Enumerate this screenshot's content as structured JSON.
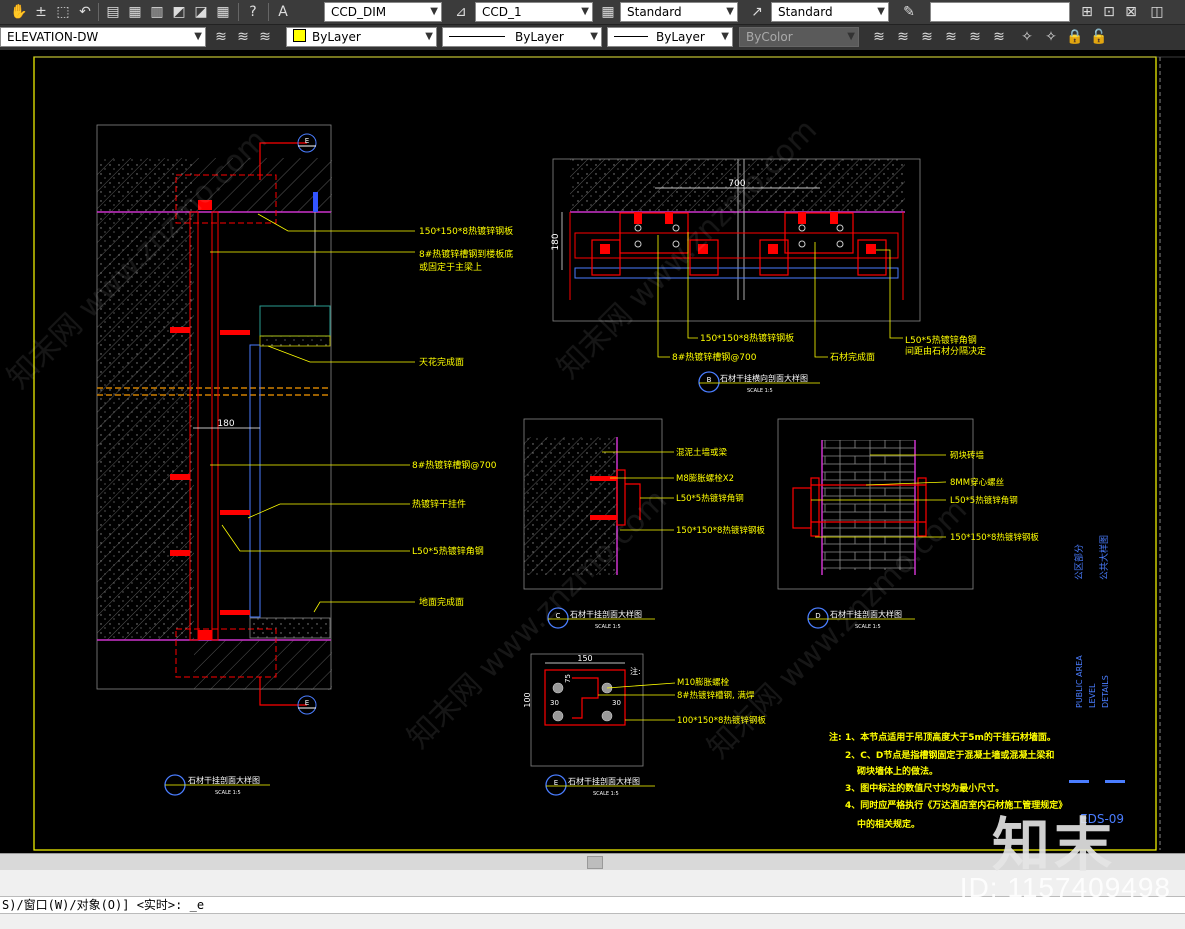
{
  "toolbar_top": {
    "dimstyle_value": "CCD_DIM",
    "mleaderstyle_value": "CCD_1",
    "tablestyle_value": "Standard",
    "multileader_value": "Standard",
    "search_placeholder": ""
  },
  "toolbar_layer": {
    "layer_value": "ELEVATION-DW",
    "color_value": "ByLayer",
    "linetype_value": "ByLayer",
    "lineweight_value": "ByLayer",
    "plotstyle_value": "ByColor"
  },
  "drawing": {
    "left_detail": {
      "callouts": [
        "150*150*8热镀锌钢板",
        "8#热镀锌槽钢到楼板底",
        "或固定于主梁上",
        "天花完成面",
        "8#热镀锌槽钢@700",
        "热镀锌干挂件",
        "L50*5热镀锌角钢",
        "地面完成面"
      ],
      "dim": "180",
      "section_tag_top": "E",
      "section_tag_bottom": "E",
      "title": "石材干挂剖面大样图",
      "scale": "SCALE 1:5"
    },
    "top_detail": {
      "dim_width": "700",
      "dim_height": "180",
      "callouts": [
        "150*150*8热镀锌钢板",
        "L50*5热镀锌角钢",
        "间距由石材分隔决定",
        "8#热镀锌槽钢@700",
        "石材完成面"
      ],
      "tag": "B",
      "title": "石材干挂横向剖面大样图",
      "scale": "SCALE 1:5"
    },
    "detail_c": {
      "callouts": [
        "混泥土墙或梁",
        "M8膨胀螺栓X2",
        "L50*5热镀锌角钢",
        "150*150*8热镀锌钢板"
      ],
      "tag": "C",
      "title": "石材干挂剖面大样图",
      "scale": "SCALE 1:5"
    },
    "detail_d": {
      "callouts": [
        "砌块砖墙",
        "8MM穿心螺丝",
        "L50*5热镀锌角钢",
        "150*150*8热镀锌钢板"
      ],
      "tag": "D",
      "title": "石材干挂剖面大样图",
      "scale": "SCALE 1:5"
    },
    "detail_plate": {
      "dim_top": "150",
      "dim_side": "100",
      "dim_a": "75",
      "dim_b": "30",
      "note_label": "注:",
      "callouts": [
        "M10膨胀螺栓",
        "8#热镀锌槽钢, 满焊",
        "100*150*8热镀锌钢板"
      ],
      "tag": "E",
      "title": "石材干挂剖面大样图",
      "scale": "SCALE 1:5"
    },
    "notes": {
      "label": "注:",
      "lines": [
        "1、本节点适用于吊顶高度大于5m的干挂石材墙面。",
        "2、C、D节点是指槽钢固定于混凝土墙或混凝土梁和",
        "砌块墙体上的做法。",
        "3、图中标注的数值尺寸均为最小尺寸。",
        "4、同时应严格执行《万达酒店室内石材施工管理规定》",
        "中的相关规定。"
      ]
    },
    "title_block": {
      "cn_1": "公区部分",
      "cn_2": "公共大样图",
      "en_1": "PUBLIC AREA",
      "en_2": "LEVEL",
      "en_3": "DETAILS",
      "sheet_no": "EDS-09"
    },
    "watermark_text": "知末网 www.znzmo.com"
  },
  "command_line": {
    "text": "S)/窗口(W)/对象(O)] <实时>: _e"
  },
  "watermarks": {
    "logo": "知末",
    "id": "ID: 1157409498"
  },
  "colors": {
    "frame": "#ffff00",
    "leader": "#ffff00",
    "steel": "#ff0000",
    "concrete": "#9a9a9a",
    "magenta": "#cc33cc",
    "dim": "#ffffff",
    "blue": "#4a7dff"
  }
}
